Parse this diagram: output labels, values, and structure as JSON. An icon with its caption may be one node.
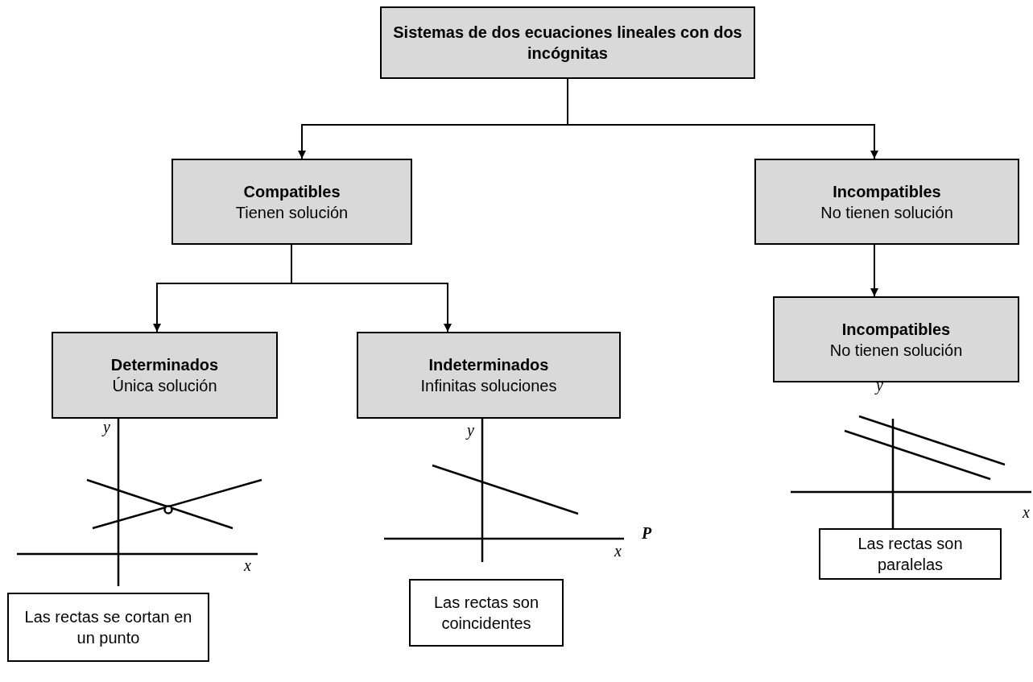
{
  "diagram": {
    "nodes": [
      {
        "text": [
          "Sistemas de dos ecuaciones lineales con dos incógnitas"
        ]
      },
      {
        "text": [
          "Compatibles",
          "Tienen solución"
        ]
      },
      {
        "text": [
          "Incompatibles",
          "No tienen solución"
        ]
      },
      {
        "text": [
          "Determinados",
          "Única solución"
        ]
      },
      {
        "text": [
          "Indeterminados",
          "Infinitas soluciones"
        ]
      },
      {
        "text": [
          "Incompatibles",
          "No tienen solución"
        ]
      },
      {
        "text": [
          "Las rectas se cortan en un punto"
        ]
      },
      {
        "text": [
          "Las rectas son coincidentes"
        ]
      },
      {
        "text": [
          "Las rectas son paralelas"
        ]
      }
    ],
    "edges": [
      {
        "from": 0,
        "to": 1,
        "arrow": "to"
      },
      {
        "from": 0,
        "to": 2,
        "arrow": "to"
      },
      {
        "from": 1,
        "to": 3,
        "arrow": "to"
      },
      {
        "from": 1,
        "to": 4,
        "arrow": "to"
      },
      {
        "from": 2,
        "to": 5,
        "arrow": "to"
      }
    ],
    "labels": [
      "y",
      "x",
      "y",
      "P",
      "x",
      "y",
      "x"
    ]
  }
}
